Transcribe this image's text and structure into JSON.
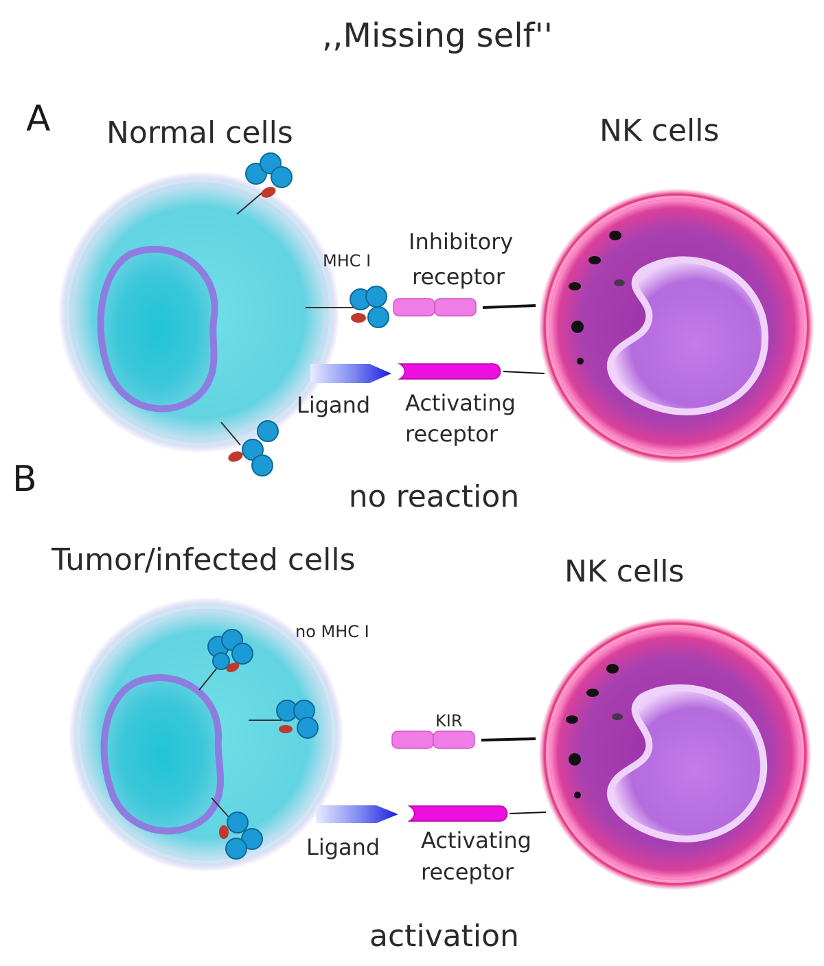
{
  "title": ",,Missing self''",
  "panel_a": {
    "letter": "A",
    "normal_cells_label": "Normal cells",
    "nk_cells_label": "NK cells",
    "mhc_label": "MHC I",
    "inhibitory_line1": "Inhibitory",
    "inhibitory_line2": "receptor",
    "ligand_label": "Ligand",
    "activating_line1": "Activating",
    "activating_line2": "receptor",
    "outcome": "no reaction"
  },
  "panel_b": {
    "letter": "B",
    "tumor_cells_label": "Tumor/infected cells",
    "nk_cells_label": "NK cells",
    "no_mhc_label": "no MHC I",
    "kir_label": "KIR",
    "ligand_label": "Ligand",
    "activating_line1": "Activating",
    "activating_line2": "receptor",
    "outcome": "activation"
  },
  "colors": {
    "mhc_blue": "#1c9ad6",
    "peptide_red": "#c0392b",
    "inhibitory_pink": "#f07ce6",
    "activating_magenta": "#ee10e0",
    "nk_rim": "#e0357f",
    "nk_body": "#a040b0",
    "normal_cell": "#5fd3e0",
    "ligand_blue": "#2a2ee0"
  }
}
